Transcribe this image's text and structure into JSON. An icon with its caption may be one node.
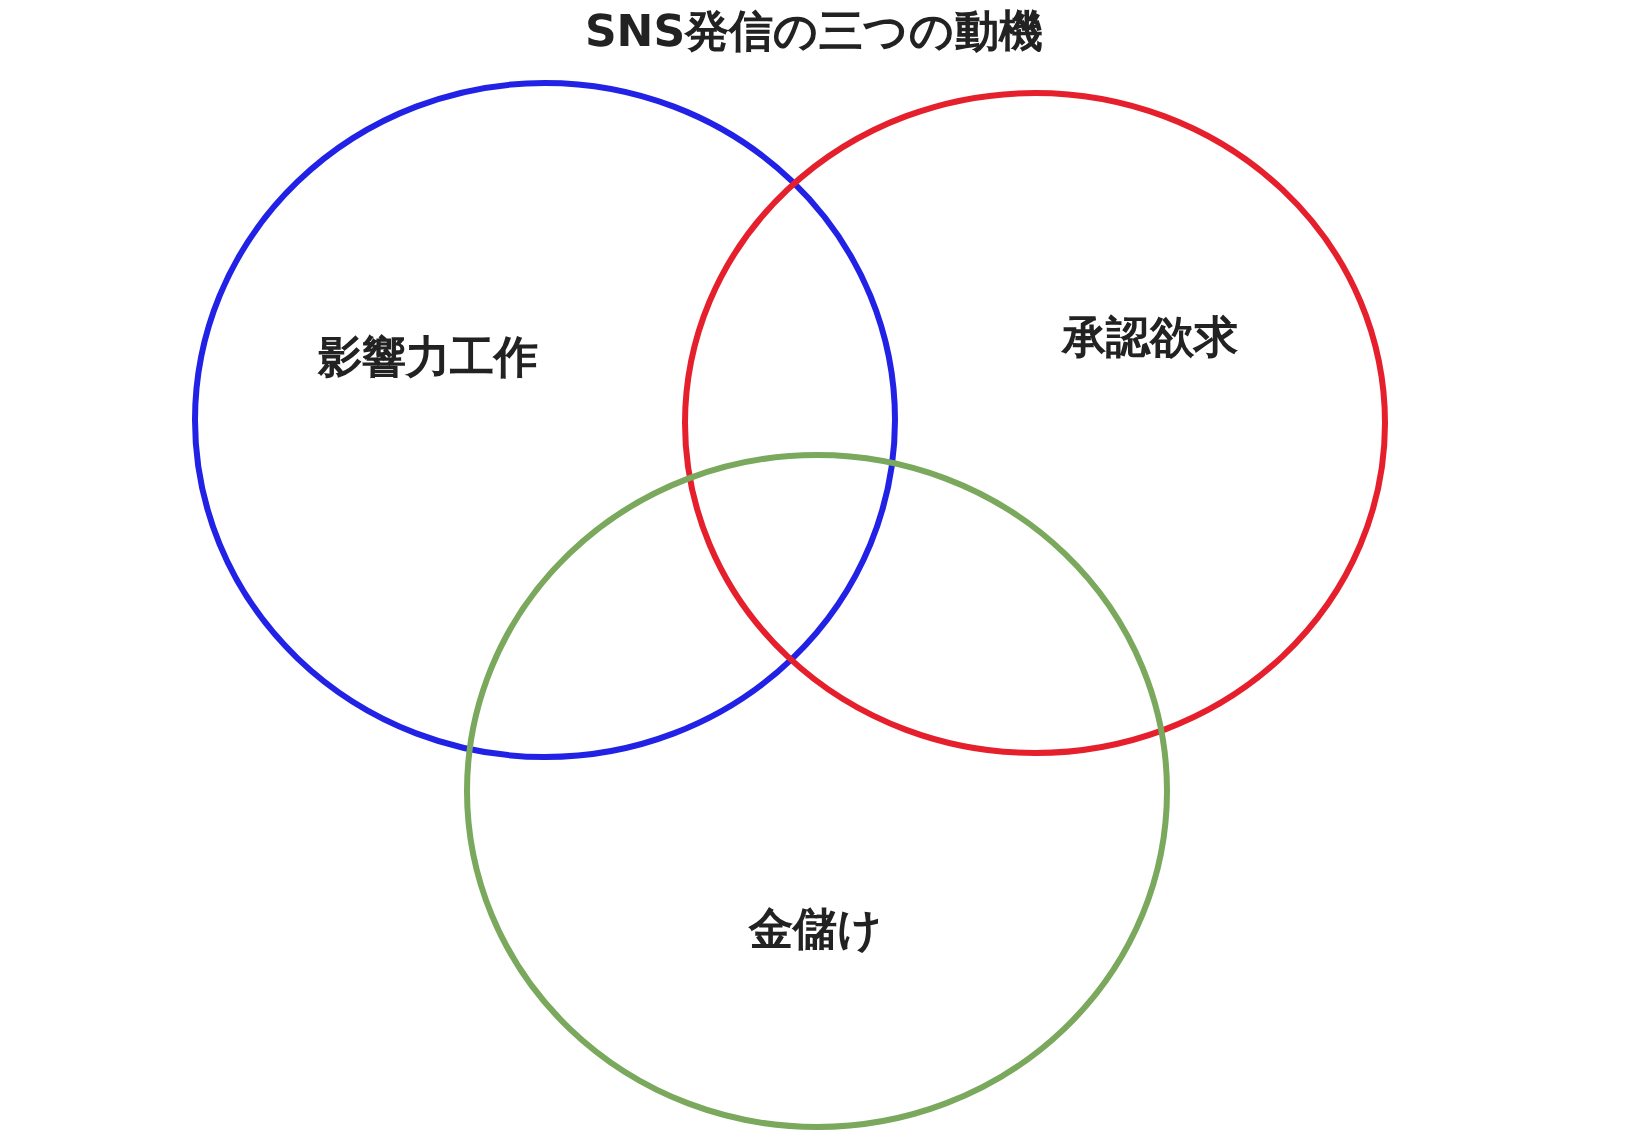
{
  "diagram": {
    "title": "SNS発信の三つの動機",
    "nodes": [
      {
        "text": [
          "影響力工作"
        ]
      },
      {
        "text": [
          "承認欲求"
        ]
      },
      {
        "text": [
          "金儲け"
        ]
      }
    ]
  }
}
